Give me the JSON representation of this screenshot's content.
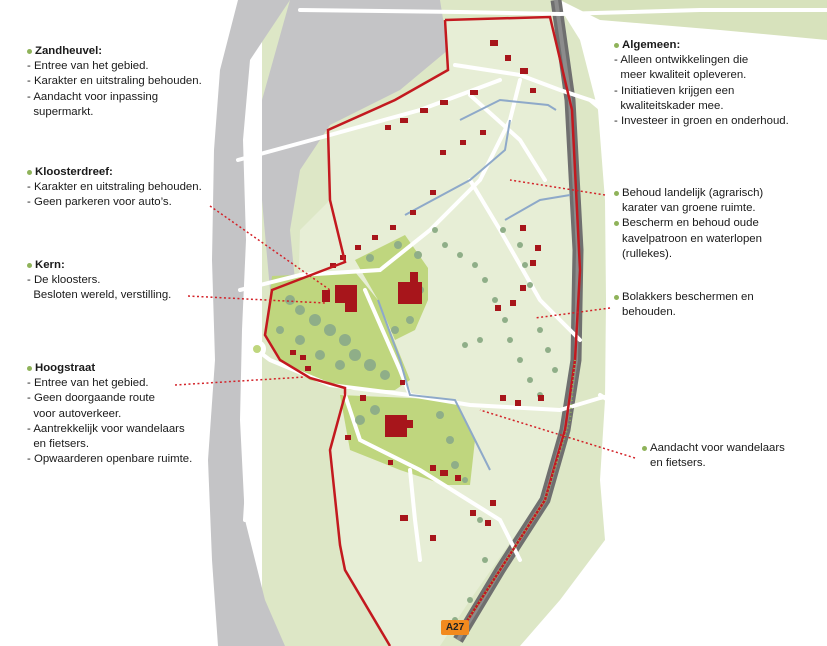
{
  "colors": {
    "background": "#ffffff",
    "outer_land": "#dde7c6",
    "inner_land": "#e7eed6",
    "green_zone": "#bfd67e",
    "water_grey": "#c4c4c6",
    "boundary_red": "#c3191f",
    "building": "#a7151b",
    "highway": "#6f6f6f",
    "stream_blue": "#8ea9c9",
    "tree_green": "#8fae88",
    "leader_red": "#d32228",
    "bullet_green": "#8fb35a",
    "road_badge": "#f28a1e"
  },
  "annotations": {
    "zandheuvel": {
      "title": "Zandheuvel:",
      "lines": [
        "- Entree van het gebied.",
        "- Karakter en uitstraling behouden.",
        "- Aandacht voor inpassing",
        "  supermarkt."
      ]
    },
    "kloosterdreef": {
      "title": "Kloosterdreef:",
      "lines": [
        "- Karakter en uitstraling behouden.",
        "- Geen parkeren voor auto’s."
      ]
    },
    "kern": {
      "title": "Kern:",
      "lines": [
        "- De kloosters.",
        "  Besloten wereld, verstilling."
      ]
    },
    "hoogstraat": {
      "title": "Hoogstraat",
      "lines": [
        "- Entree van het gebied.",
        "- Geen doorgaande route",
        "  voor autoverkeer.",
        "- Aantrekkelijk voor wandelaars",
        "  en fietsers.",
        "- Opwaarderen openbare ruimte."
      ]
    },
    "algemeen": {
      "title": "Algemeen:",
      "lines": [
        "- Alleen ontwikkelingen die",
        "  meer kwaliteit opleveren.",
        "- Initiatieven krijgen een",
        "  kwaliteitskader mee.",
        "- Investeer in groen en onderhoud."
      ]
    },
    "landelijk": {
      "lines": [
        "Behoud landelijk (agrarisch)",
        "karater van groene ruimte.",
        "Bescherm en behoud oude",
        "kavelpatroon en waterlopen",
        "(rullekes)."
      ]
    },
    "bolakkers": {
      "lines": [
        "Bolakkers beschermen en",
        "behouden."
      ]
    },
    "wandelaars": {
      "lines": [
        "Aandacht voor wandelaars",
        "en fietsers."
      ]
    }
  },
  "road_label": "A27"
}
